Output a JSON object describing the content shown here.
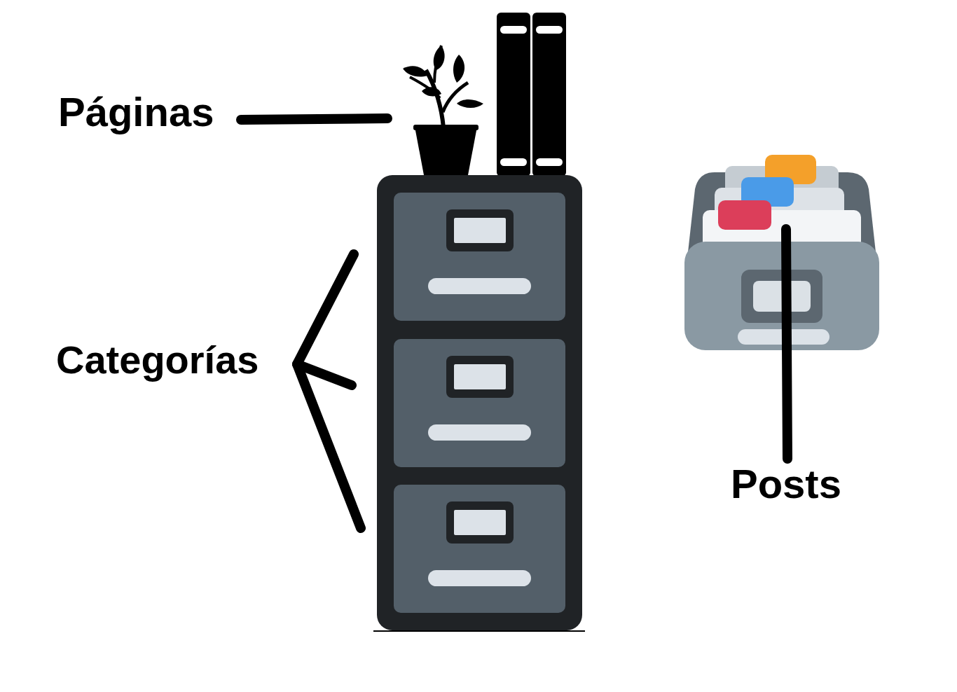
{
  "diagram": {
    "labels": [
      "Páginas",
      "Categorías",
      "Posts"
    ]
  }
}
